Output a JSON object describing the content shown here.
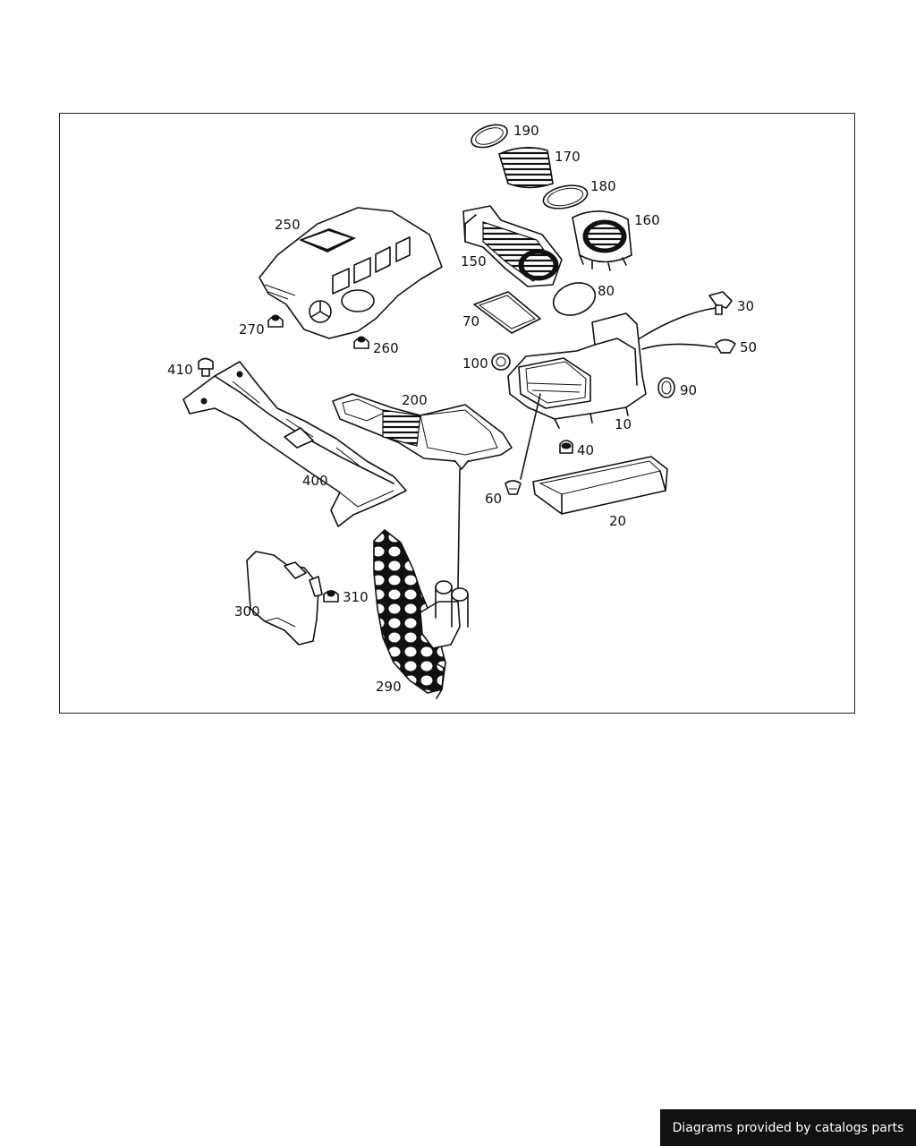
{
  "diagram": {
    "callouts": {
      "p10": "10",
      "p20": "20",
      "p30": "30",
      "p40": "40",
      "p50": "50",
      "p60": "60",
      "p70": "70",
      "p80": "80",
      "p90": "90",
      "p100": "100",
      "p150": "150",
      "p160": "160",
      "p170": "170",
      "p180": "180",
      "p190": "190",
      "p200": "200",
      "p250": "250",
      "p260": "260",
      "p270": "270",
      "p290": "290",
      "p300": "300",
      "p310": "310",
      "p400": "400",
      "p410": "410"
    }
  },
  "footer": {
    "credit": "Diagrams provided by catalogs parts"
  },
  "colors": {
    "line": "#111111",
    "background": "#ffffff",
    "credit_bar": "#111111"
  }
}
